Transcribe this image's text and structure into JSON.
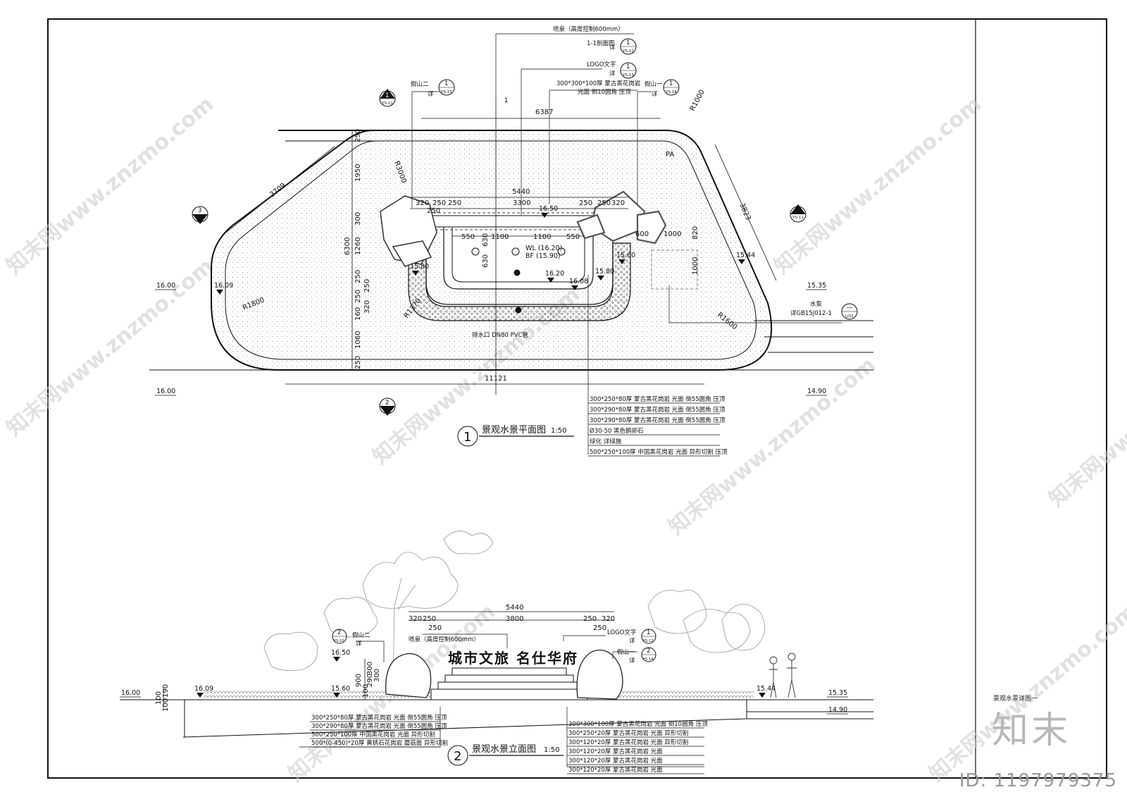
{
  "sheet_title": "景观水景详图一",
  "watermark": {
    "site": "知末网www.znzmo.com",
    "brand": "知末",
    "id": "ID: 1197979375"
  },
  "plan": {
    "title": "景观水景平面图",
    "scale": "1:50",
    "number": "1",
    "callouts": {
      "fountain": "喷泉（高度控制600mm）",
      "section": "1-1剖面图",
      "logo": "LOGO文字",
      "paving": "300*300*100厚  蒙古黑花岗岩",
      "paving2": "光面  倒10圆角  压顶",
      "rock2": "假山二",
      "rock1": "假山一",
      "pump": "水泵",
      "pump_ref": "详GB15J012-1",
      "drain": "排水口 DN80 PVC管",
      "detail": "详",
      "pa": "PA",
      "sec_mark": "1"
    },
    "refs": {
      "ys11": "YS-11",
      "ys12": "YS-12",
      "ys13": "YS-13",
      "ys14": "YS-14",
      "ys15": "YS-15",
      "lj32": "LJ32",
      "n1": "1",
      "n2": "2",
      "n3": "3",
      "dash": "—"
    },
    "dims": {
      "top": "6387",
      "inner": "5440",
      "inner2": "3300",
      "bottom": "11121",
      "left_slope": "3709",
      "right_slope": "3823",
      "r1000": "R1000",
      "r3000": "R3000",
      "r1800": "R1800",
      "r1370": "R1370",
      "r1600": "R1600",
      "d320": "320",
      "d250": "250",
      "d320b": "320",
      "d250b": "250",
      "d250c": "250",
      "d250d": "250",
      "d250e": "250",
      "d550": "550",
      "d1100": "1100",
      "d1100b": "1100",
      "d550b": "550",
      "d630": "630",
      "d630b": "630",
      "d600": "600",
      "d1000": "1000",
      "d820": "820",
      "d1000b": "1000",
      "v250": "250",
      "v1950": "1950",
      "v300": "300",
      "v6300": "6300",
      "v1260": "1260",
      "v250b": "250",
      "v250c": "250",
      "v250d": "250",
      "v320": "320",
      "v160": "160",
      "v1060": "1060",
      "v250e": "250"
    },
    "levels": {
      "l1600a": "16.00",
      "l1609": "16.09",
      "l1650": "16.50",
      "l1560": "15.60",
      "l1580": "15.80",
      "l1580b": "15.80",
      "l1620": "16.20",
      "l1608": "16.08",
      "l1544": "15.44",
      "l1535": "15.35",
      "l1600b": "16.00",
      "l1490": "14.90",
      "wl": "WL (16.20)",
      "bf": "BF (15.90)"
    },
    "legend": [
      "300*250*80厚  蒙古黑花岗岩  光面  倒55圆角  压顶",
      "300*290*80厚  蒙古黑花岗岩  光面  倒55圆角  压顶",
      "300*290*80厚  蒙古黑花岗岩  光面  倒55圆角  压顶",
      "Ø30-50  黑色鹅卵石",
      "绿化  详绿施",
      "500*250*100厚  中国黑花岗岩  光面  异形切割  压顶"
    ]
  },
  "elevation": {
    "title": "景观水景立面图",
    "scale": "1:50",
    "number": "2",
    "sign_text": "城市文旅 名仕华府",
    "dims": {
      "total": "5440",
      "mid": "3800",
      "d320": "320",
      "d250": "250",
      "d250b": "250",
      "d320b": "320",
      "d250c": "250",
      "d250d": "250",
      "v300": "300",
      "v290": "290",
      "v300b": "300",
      "v900": "900",
      "v100": "100",
      "v100b": "100",
      "v190": "190",
      "v100c": "100"
    },
    "callouts": {
      "fountain": "喷泉（高度控制600mm）",
      "rock2": "假山二",
      "rock1": "假山一",
      "logo": "LOGO文字",
      "detail": "详"
    },
    "refs": {
      "ys15": "YS-15",
      "ys13": "YS-13",
      "ys14": "YS-14",
      "n2": "2",
      "n1": "1",
      "n2b": "2"
    },
    "levels": {
      "l1650": "16.50",
      "l1600": "16.00",
      "l1609": "16.09",
      "l1560": "15.60",
      "l1544": "15.44",
      "l1535": "15.35",
      "l1490": "14.90"
    },
    "legend_left": [
      "300*250*80厚  蒙古黑花岗岩  光面  倒55圆角  压顶",
      "300*290*80厚  蒙古黑花岗岩  光面  倒55圆角  压顶",
      "500*250*100厚  中国黑花岗岩  光面  异形切割",
      "500*(0-450)*20厚  黄锈石花岗岩  蘑菇面  异形切割"
    ],
    "legend_right": [
      "300*300*100厚  蒙古黑花岗岩  光面  倒10圆角  压顶",
      "300*250*20厚  蒙古黑花岗岩  光面  异形切割",
      "300*120*20厚  蒙古黑花岗岩  光面  异形切割",
      "300*120*20厚  蒙古黑花岗岩  光面",
      "300*120*20厚  蒙古黑花岗岩  光面",
      "300*120*20厚  蒙古黑花岗岩  光面"
    ]
  }
}
